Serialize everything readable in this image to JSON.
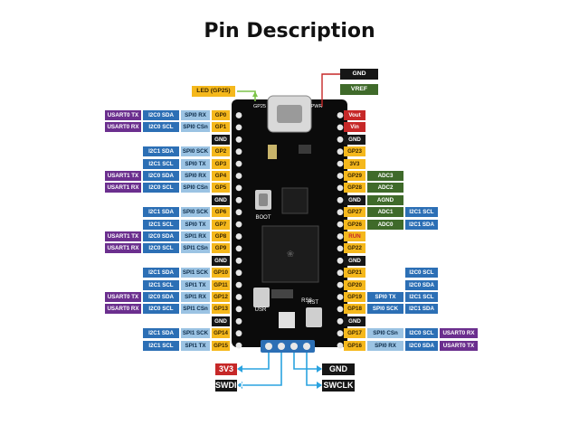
{
  "title": "Pin Description",
  "led": "LED (GP25)",
  "top_right": [
    "GND",
    "VREF"
  ],
  "board_text": {
    "gp25": "GP25",
    "pwr": "PWR",
    "boot": "BOOT",
    "rs8": "RS8",
    "usr": "USR",
    "rst": "RST"
  },
  "left_rows": [
    [
      {
        "t": "USART0 TX",
        "c": "uart"
      },
      {
        "t": "I2C0 SDA",
        "c": "i2c"
      },
      {
        "t": "SPI0 RX",
        "c": "spi"
      },
      {
        "t": "GP0",
        "c": "gp"
      }
    ],
    [
      {
        "t": "USART0 RX",
        "c": "uart"
      },
      {
        "t": "I2C0 SCL",
        "c": "i2c"
      },
      {
        "t": "SPI0 CSn",
        "c": "spi"
      },
      {
        "t": "GP1",
        "c": "gp"
      }
    ],
    [
      {
        "t": "GND",
        "c": "gnd"
      }
    ],
    [
      {
        "t": "I2C1 SDA",
        "c": "i2c"
      },
      {
        "t": "SPI0 SCK",
        "c": "spi"
      },
      {
        "t": "GP2",
        "c": "gp"
      }
    ],
    [
      {
        "t": "I2C1 SCL",
        "c": "i2c"
      },
      {
        "t": "SPI0 TX",
        "c": "spi"
      },
      {
        "t": "GP3",
        "c": "gp"
      }
    ],
    [
      {
        "t": "USART1 TX",
        "c": "uart"
      },
      {
        "t": "I2C0 SDA",
        "c": "i2c"
      },
      {
        "t": "SPI0 RX",
        "c": "spi"
      },
      {
        "t": "GP4",
        "c": "gp"
      }
    ],
    [
      {
        "t": "USART1 RX",
        "c": "uart"
      },
      {
        "t": "I2C0 SCL",
        "c": "i2c"
      },
      {
        "t": "SPI0 CSn",
        "c": "spi"
      },
      {
        "t": "GP5",
        "c": "gp"
      }
    ],
    [
      {
        "t": "GND",
        "c": "gnd"
      }
    ],
    [
      {
        "t": "I2C1 SDA",
        "c": "i2c"
      },
      {
        "t": "SPI0 SCK",
        "c": "spi"
      },
      {
        "t": "GP6",
        "c": "gp"
      }
    ],
    [
      {
        "t": "I2C1 SCL",
        "c": "i2c"
      },
      {
        "t": "SPI0 TX",
        "c": "spi"
      },
      {
        "t": "GP7",
        "c": "gp"
      }
    ],
    [
      {
        "t": "USART1 TX",
        "c": "uart"
      },
      {
        "t": "I2C0 SDA",
        "c": "i2c"
      },
      {
        "t": "SPI1 RX",
        "c": "spi"
      },
      {
        "t": "GP8",
        "c": "gp"
      }
    ],
    [
      {
        "t": "USART1 RX",
        "c": "uart"
      },
      {
        "t": "I2C0 SCL",
        "c": "i2c"
      },
      {
        "t": "SPI1 CSn",
        "c": "spi"
      },
      {
        "t": "GP9",
        "c": "gp"
      }
    ],
    [
      {
        "t": "GND",
        "c": "gnd"
      }
    ],
    [
      {
        "t": "I2C1 SDA",
        "c": "i2c"
      },
      {
        "t": "SPI1 SCK",
        "c": "spi"
      },
      {
        "t": "GP10",
        "c": "gp"
      }
    ],
    [
      {
        "t": "I2C1 SCL",
        "c": "i2c"
      },
      {
        "t": "SPI1 TX",
        "c": "spi"
      },
      {
        "t": "GP11",
        "c": "gp"
      }
    ],
    [
      {
        "t": "USART0 TX",
        "c": "uart"
      },
      {
        "t": "I2C0 SDA",
        "c": "i2c"
      },
      {
        "t": "SPI1 RX",
        "c": "spi"
      },
      {
        "t": "GP12",
        "c": "gp"
      }
    ],
    [
      {
        "t": "USART0 RX",
        "c": "uart"
      },
      {
        "t": "I2C0 SCL",
        "c": "i2c"
      },
      {
        "t": "SPI1 CSn",
        "c": "spi"
      },
      {
        "t": "GP13",
        "c": "gp"
      }
    ],
    [
      {
        "t": "GND",
        "c": "gnd"
      }
    ],
    [
      {
        "t": "I2C1 SDA",
        "c": "i2c"
      },
      {
        "t": "SPI1 SCK",
        "c": "spi"
      },
      {
        "t": "GP14",
        "c": "gp"
      }
    ],
    [
      {
        "t": "I2C1 SCL",
        "c": "i2c"
      },
      {
        "t": "SPI1 TX",
        "c": "spi"
      },
      {
        "t": "GP15",
        "c": "gp"
      }
    ]
  ],
  "right_rows": [
    [
      {
        "t": "Vout",
        "c": "pwr"
      }
    ],
    [
      {
        "t": "Vin",
        "c": "pwr"
      }
    ],
    [
      {
        "t": "GND",
        "c": "gnd"
      }
    ],
    [
      {
        "t": "GP23",
        "c": "gp"
      }
    ],
    [
      {
        "t": "3V3",
        "c": "gp"
      }
    ],
    [
      {
        "t": "GP29",
        "c": "gp"
      },
      {
        "t": "ADC3",
        "c": "adc"
      }
    ],
    [
      {
        "t": "GP28",
        "c": "gp"
      },
      {
        "t": "ADC2",
        "c": "adc"
      }
    ],
    [
      {
        "t": "GND",
        "c": "gnd"
      },
      {
        "t": "AGND",
        "c": "adc"
      }
    ],
    [
      {
        "t": "GP27",
        "c": "gp"
      },
      {
        "t": "ADC1",
        "c": "adc"
      },
      {
        "t": "I2C1 SCL",
        "c": "i2c"
      }
    ],
    [
      {
        "t": "GP26",
        "c": "gp"
      },
      {
        "t": "ADC0",
        "c": "adc"
      },
      {
        "t": "I2C1 SDA",
        "c": "i2c"
      }
    ],
    [
      {
        "t": "RUN",
        "c": "run"
      }
    ],
    [
      {
        "t": "GP22",
        "c": "gp"
      }
    ],
    [
      {
        "t": "GND",
        "c": "gnd"
      }
    ],
    [
      {
        "t": "GP21",
        "c": "gp"
      },
      {
        "t": "",
        "c": "none"
      },
      {
        "t": "I2C0 SCL",
        "c": "i2c"
      }
    ],
    [
      {
        "t": "GP20",
        "c": "gp"
      },
      {
        "t": "",
        "c": "none"
      },
      {
        "t": "I2C0 SDA",
        "c": "i2c"
      }
    ],
    [
      {
        "t": "GP19",
        "c": "gp"
      },
      {
        "t": "SPI0 TX",
        "c": "i2c"
      },
      {
        "t": "I2C1 SCL",
        "c": "i2c"
      }
    ],
    [
      {
        "t": "GP18",
        "c": "gp"
      },
      {
        "t": "SPI0 SCK",
        "c": "i2c"
      },
      {
        "t": "I2C1 SDA",
        "c": "i2c"
      }
    ],
    [
      {
        "t": "GND",
        "c": "gnd"
      }
    ],
    [
      {
        "t": "GP17",
        "c": "gp"
      },
      {
        "t": "SPI0 CSn",
        "c": "spi"
      },
      {
        "t": "I2C0 SCL",
        "c": "i2c"
      },
      {
        "t": "USART0 RX",
        "c": "uart"
      }
    ],
    [
      {
        "t": "GP16",
        "c": "gp"
      },
      {
        "t": "SPI0 RX",
        "c": "spi"
      },
      {
        "t": "I2C0 SDA",
        "c": "i2c"
      },
      {
        "t": "USART0 TX",
        "c": "uart"
      }
    ]
  ],
  "bottom_labels": [
    {
      "t": "3V3",
      "c": "pwr"
    },
    {
      "t": "SWDIO",
      "c": "gnd"
    },
    {
      "t": "GND",
      "c": "gnd"
    },
    {
      "t": "SWCLK",
      "c": "gnd"
    }
  ]
}
